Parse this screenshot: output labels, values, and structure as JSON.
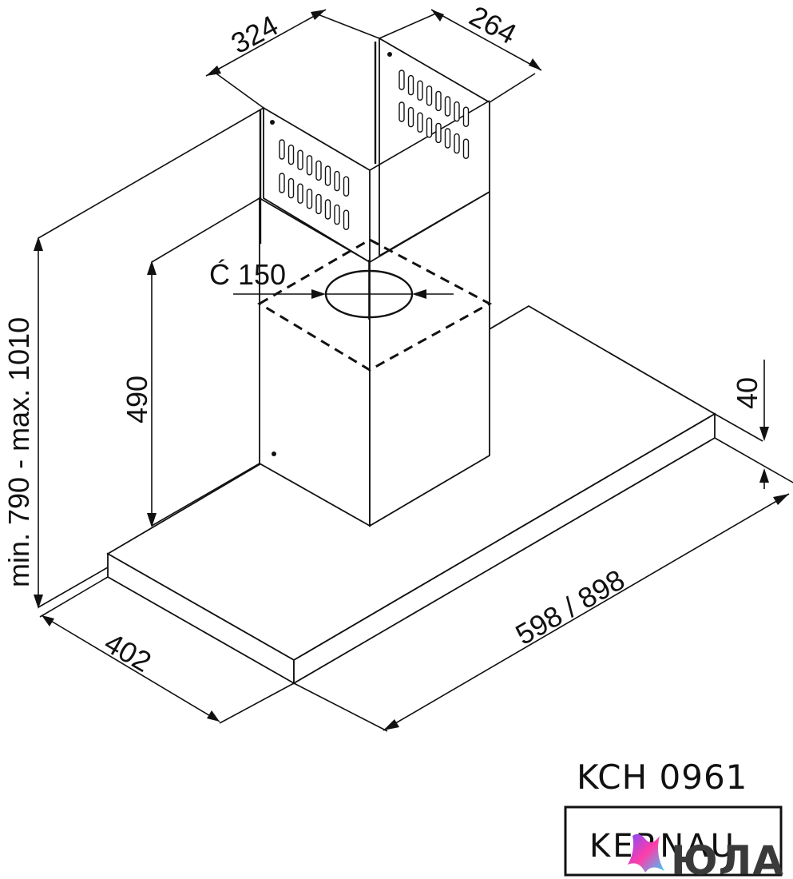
{
  "dimensions": {
    "chimney_width": "324",
    "chimney_depth": "264",
    "duct_diameter": "Ć 150",
    "lower_chimney_height": "490",
    "total_height": "min. 790 - max. 1010",
    "canopy_height": "40",
    "canopy_width": "598 / 898",
    "canopy_depth": "402"
  },
  "product": {
    "model": "KCH 0961",
    "brand": "KERNAU"
  },
  "watermark": {
    "text": "ЮЛА",
    "colors": [
      "#7b4dff",
      "#ff3da8",
      "#2fd0ff"
    ]
  }
}
